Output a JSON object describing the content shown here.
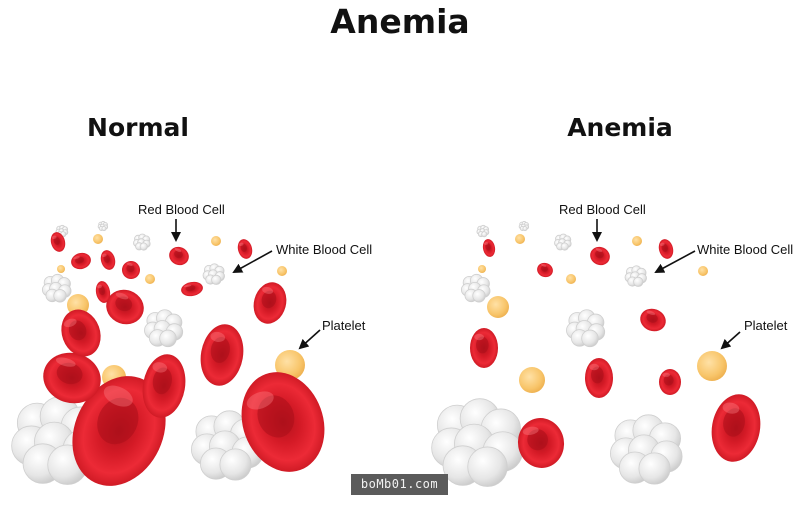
{
  "title": "Anemia",
  "panels": [
    {
      "heading": "Normal",
      "labels": {
        "red": "Red Blood Cell",
        "white": "White Blood Cell",
        "platelet": "Platelet"
      }
    },
    {
      "heading": "Anemia",
      "labels": {
        "red": "Red Blood Cell",
        "white": "White Blood Cell",
        "platelet": "Platelet"
      }
    }
  ],
  "watermark": "boMb01.com",
  "colors": {
    "red_cell": "#e4202d",
    "white_cell": "#e4e4e4",
    "platelet": "#f8c56a",
    "text": "#111111"
  }
}
